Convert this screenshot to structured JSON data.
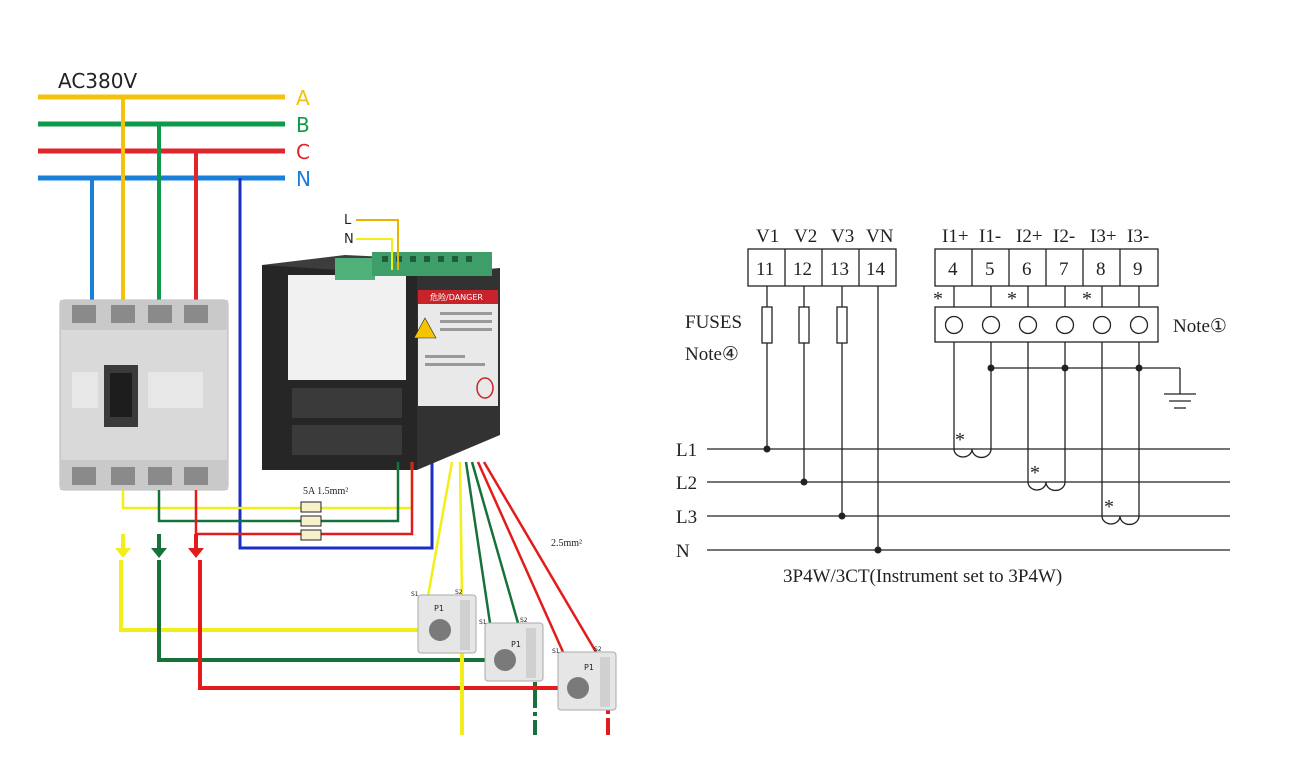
{
  "colors": {
    "phase_a": "#f4c20d",
    "phase_b": "#0f9a4b",
    "phase_c": "#e0262b",
    "phase_n": "#1a7fd9",
    "wire_yellow": "#f2ee1a",
    "wire_green": "#16713a",
    "wire_red": "#e31b1b",
    "wire_blue": "#1c2fc4",
    "schematic": "#222222"
  },
  "left": {
    "supply_label": "AC380V",
    "bus_labels": [
      "A",
      "B",
      "C",
      "N"
    ],
    "aux_labels": [
      "L",
      "N"
    ],
    "fuse_label": "5A   1.5mm²",
    "ct_cable_label": "2.5mm²",
    "meter_warning": "危险/DANGER",
    "ct_units": [
      {
        "label": "P1",
        "s1": "S1",
        "s2": "S2"
      },
      {
        "label": "P1",
        "s1": "S1",
        "s2": "S2"
      },
      {
        "label": "P1",
        "s1": "S1",
        "s2": "S2"
      }
    ]
  },
  "right": {
    "voltage_headers": [
      "V1",
      "V2",
      "V3",
      "VN"
    ],
    "voltage_terminals": [
      "11",
      "12",
      "13",
      "14"
    ],
    "current_headers": [
      "I1+",
      "I1-",
      "I2+",
      "I2-",
      "I3+",
      "I3-"
    ],
    "current_terminals": [
      "4",
      "5",
      "6",
      "7",
      "8",
      "9"
    ],
    "fuses_label": "FUSES",
    "note4_label": "Note④",
    "note1_label": "Note①",
    "polarity_mark": "*",
    "line_labels": [
      "L1",
      "L2",
      "L3",
      "N"
    ],
    "caption": "3P4W/3CT(Instrument set to 3P4W)"
  }
}
